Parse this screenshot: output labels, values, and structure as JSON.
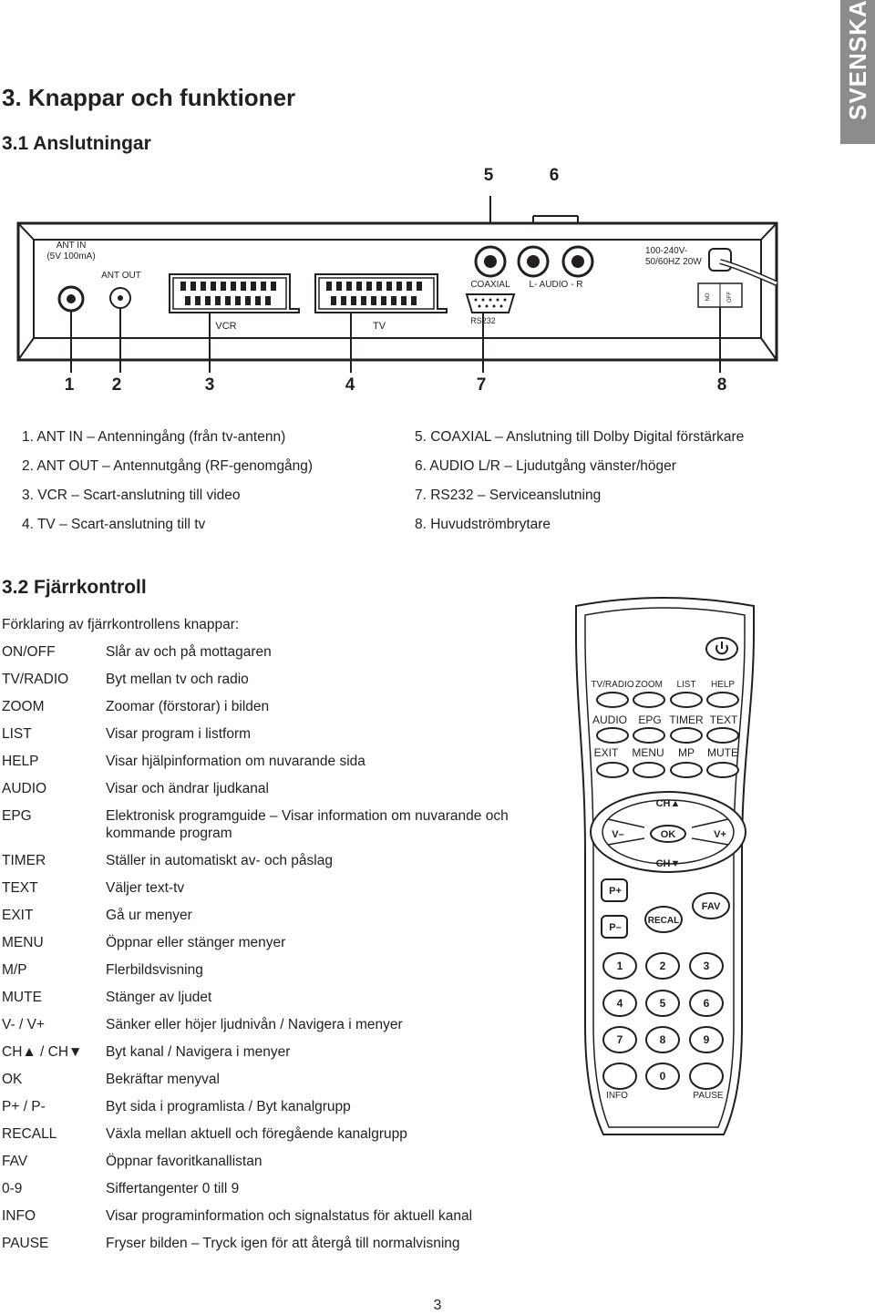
{
  "side_tab": "SVENSKA",
  "heading_main": "3. Knappar och funktioner",
  "heading_connections": "3.1 Anslutningar",
  "heading_remote": "3.2 Fjärrkontroll",
  "panel": {
    "ant_in_line1": "ANT IN",
    "ant_in_line2": "(5V 100mA)",
    "ant_out": "ANT OUT",
    "vcr": "VCR",
    "tv": "TV",
    "coaxial": "COAXIAL",
    "audio": "L- AUDIO - R",
    "rs232": "RS232",
    "power_line1": "100-240V-",
    "power_line2": "50/60HZ 20W",
    "switch_on": "NO",
    "switch_off": "OFF"
  },
  "callouts_top": [
    "5",
    "6"
  ],
  "callouts_bottom": [
    "1",
    "2",
    "3",
    "4",
    "7",
    "8"
  ],
  "connections_left": [
    "1.  ANT IN – Antenningång (från tv-antenn)",
    "2.  ANT OUT – Antennutgång (RF-genomgång)",
    "3.  VCR – Scart-anslutning till video",
    "4.  TV – Scart-anslutning till tv"
  ],
  "connections_right": [
    "5.  COAXIAL – Anslutning till Dolby Digital förstärkare",
    "6.  AUDIO L/R – Ljudutgång vänster/höger",
    "7.  RS232 – Serviceanslutning",
    "8.  Huvudströmbrytare"
  ],
  "remote_intro": "Förklaring av fjärrkontrollens knappar:",
  "keys": [
    {
      "name": "ON/OFF",
      "desc": "Slår av och på mottagaren"
    },
    {
      "name": "TV/RADIO",
      "desc": "Byt mellan tv och radio"
    },
    {
      "name": "ZOOM",
      "desc": "Zoomar (förstorar) i bilden"
    },
    {
      "name": "LIST",
      "desc": "Visar program i listform"
    },
    {
      "name": "HELP",
      "desc": "Visar hjälpinformation om nuvarande sida"
    },
    {
      "name": "AUDIO",
      "desc": "Visar och ändrar ljudkanal"
    },
    {
      "name": "EPG",
      "desc": "Elektronisk programguide – Visar information om nuvarande och kommande program"
    },
    {
      "name": "TIMER",
      "desc": "Ställer in automatiskt av- och påslag"
    },
    {
      "name": "TEXT",
      "desc": "Väljer text-tv"
    },
    {
      "name": "EXIT",
      "desc": "Gå ur menyer"
    },
    {
      "name": "MENU",
      "desc": "Öppnar eller stänger menyer"
    },
    {
      "name": "M/P",
      "desc": "Flerbildsvisning"
    },
    {
      "name": "MUTE",
      "desc": "Stänger av ljudet"
    },
    {
      "name": "V- / V+",
      "desc": "Sänker eller höjer ljudnivån / Navigera i menyer"
    },
    {
      "name": "CH▲ / CH▼",
      "desc": "Byt kanal / Navigera i menyer"
    },
    {
      "name": "OK",
      "desc": "Bekräftar menyval"
    },
    {
      "name": "P+ / P-",
      "desc": "Byt sida i programlista / Byt kanalgrupp"
    },
    {
      "name": "RECALL",
      "desc": "Växla mellan aktuell och föregående kanalgrupp"
    },
    {
      "name": "FAV",
      "desc": "Öppnar favoritkanallistan"
    },
    {
      "name": "0-9",
      "desc": "Siffertangenter 0 till 9"
    },
    {
      "name": "INFO",
      "desc": "Visar programinformation och signalstatus för aktuell kanal"
    },
    {
      "name": "PAUSE",
      "desc": "Fryser bilden – Tryck igen för att återgå till normalvisning"
    }
  ],
  "remote": {
    "row1": [
      "TV/RADIO",
      "ZOOM",
      "LIST",
      "HELP"
    ],
    "row2": [
      "AUDIO",
      "EPG",
      "TIMER",
      "TEXT"
    ],
    "row3": [
      "EXIT",
      "MENU",
      "MP",
      "MUTE"
    ],
    "ch_up": "CH▲",
    "ch_down": "CH▼",
    "v_minus": "V–",
    "v_plus": "V+",
    "ok": "OK",
    "p_plus": "P+",
    "p_minus": "P–",
    "recall": "RECAL",
    "fav": "FAV",
    "digits": [
      "1",
      "2",
      "3",
      "4",
      "5",
      "6",
      "7",
      "8",
      "9",
      "0"
    ],
    "info": "INFO",
    "pause": "PAUSE"
  },
  "page_number": "3"
}
